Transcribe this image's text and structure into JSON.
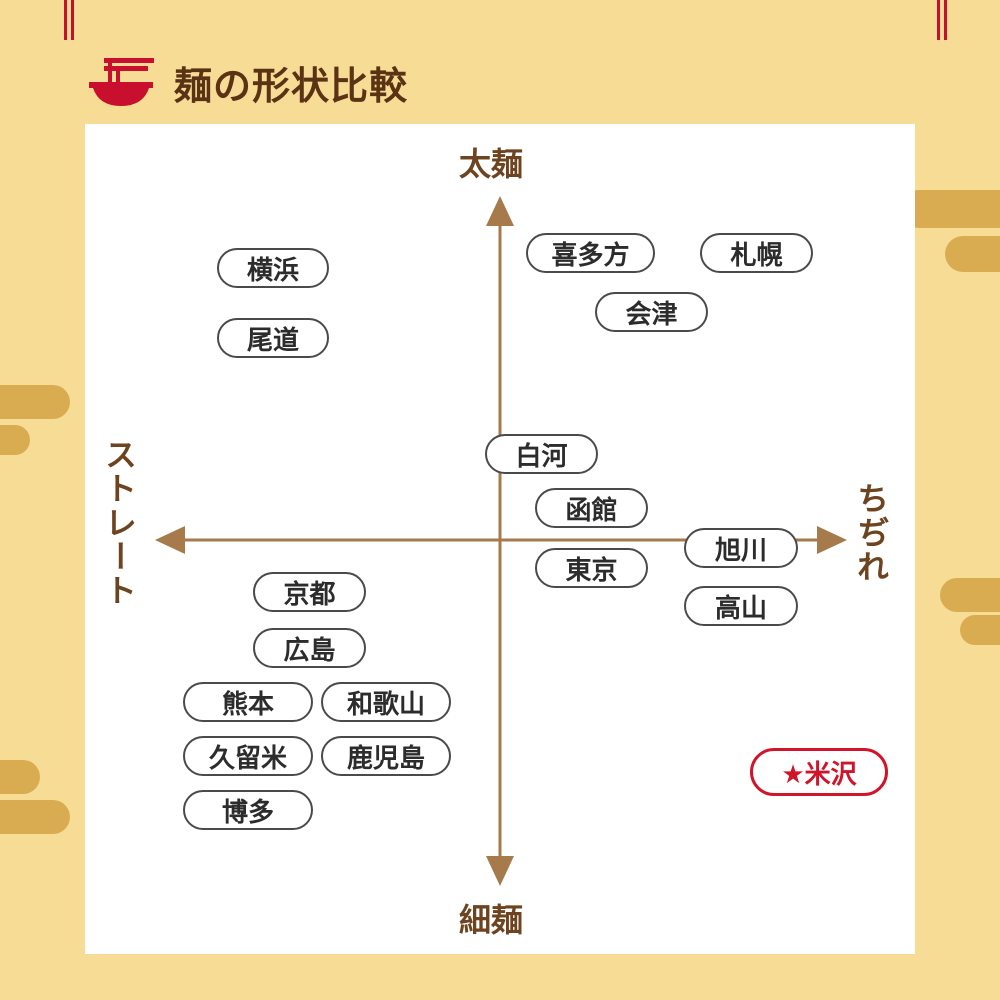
{
  "title": "麺の形状比較",
  "icons": {
    "title_icon": "ramen-bowl-icon"
  },
  "colors": {
    "background": "#f7dc96",
    "accent": "#c8102e",
    "axis": "#a77a4c",
    "label": "#6e4420",
    "highlight": "#d0142a"
  },
  "axes": {
    "top": "太麺",
    "bottom": "細麺",
    "left": "ストレート",
    "right": "ちぢれ"
  },
  "regions": [
    {
      "id": "yokohama",
      "label": "横浜"
    },
    {
      "id": "onomichi",
      "label": "尾道"
    },
    {
      "id": "kitakata",
      "label": "喜多方"
    },
    {
      "id": "sapporo",
      "label": "札幌"
    },
    {
      "id": "aizu",
      "label": "会津"
    },
    {
      "id": "shirakawa",
      "label": "白河"
    },
    {
      "id": "hakodate",
      "label": "函館"
    },
    {
      "id": "tokyo",
      "label": "東京"
    },
    {
      "id": "asahikawa",
      "label": "旭川"
    },
    {
      "id": "takayama",
      "label": "高山"
    },
    {
      "id": "kyoto",
      "label": "京都"
    },
    {
      "id": "hiroshima",
      "label": "広島"
    },
    {
      "id": "kumamoto",
      "label": "熊本"
    },
    {
      "id": "wakayama",
      "label": "和歌山"
    },
    {
      "id": "kurume",
      "label": "久留米"
    },
    {
      "id": "kagoshima",
      "label": "鹿児島"
    },
    {
      "id": "hakata",
      "label": "博多"
    },
    {
      "id": "yonezawa",
      "label": "★米沢"
    }
  ]
}
